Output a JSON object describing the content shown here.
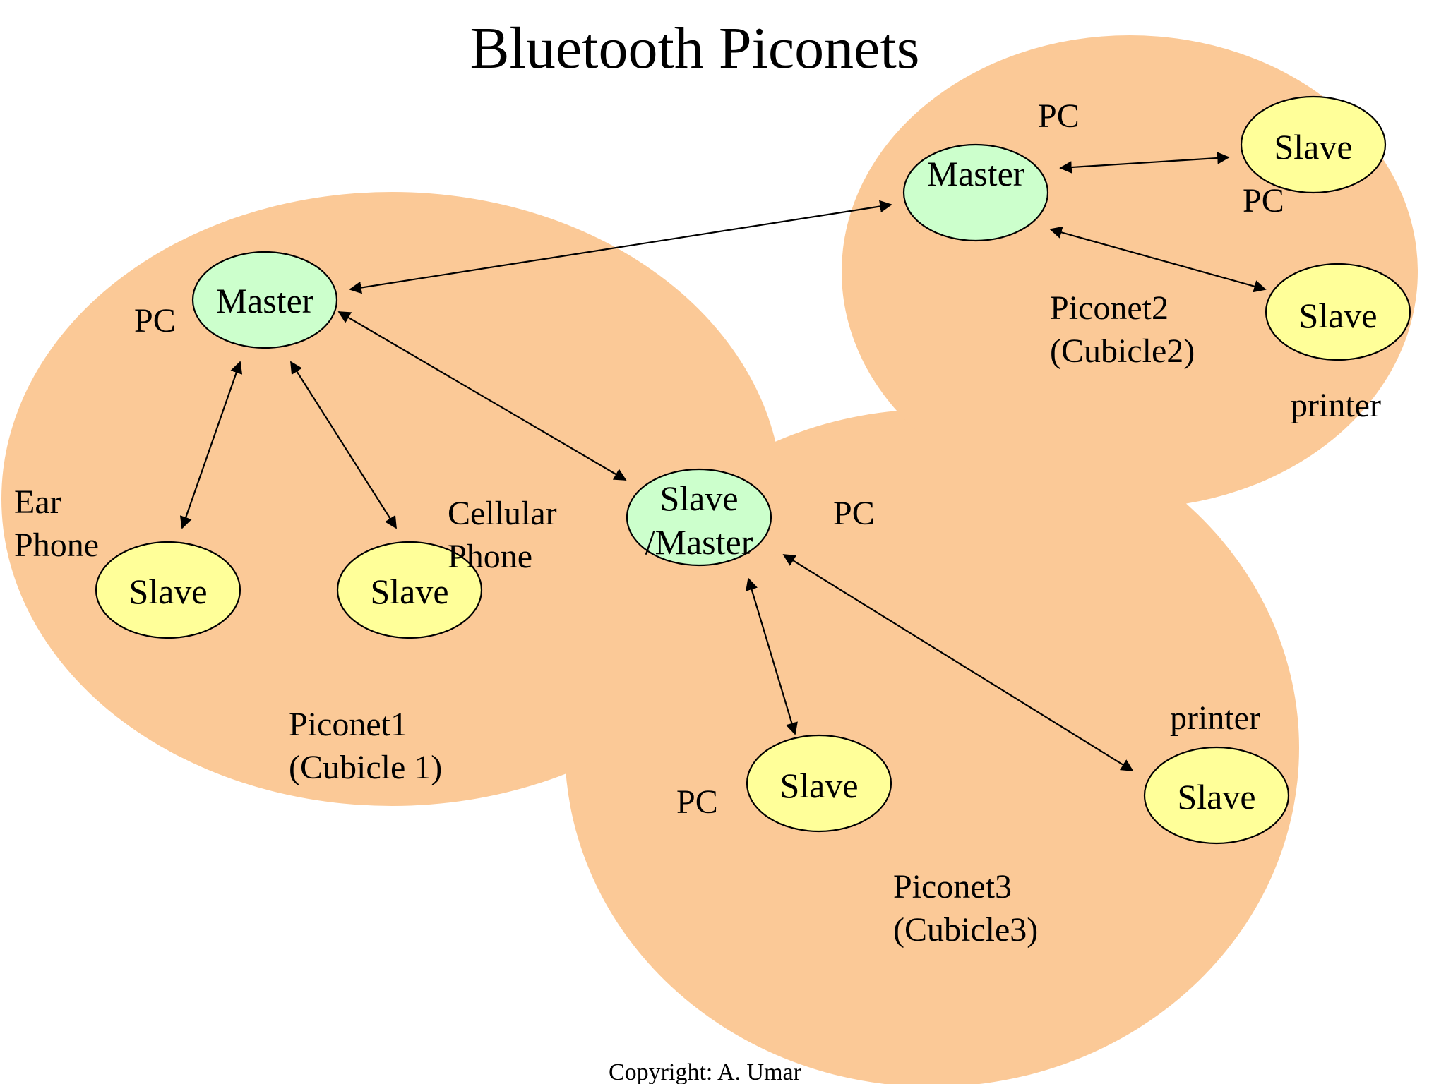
{
  "title": "Bluetooth Piconets",
  "copyright": "Copyright: A. Umar",
  "colors": {
    "piconet_fill": "#fbc997",
    "master_fill": "#ccffcc",
    "slave_fill": "#ffff99",
    "stroke": "#000000"
  },
  "piconets": [
    {
      "name": "Piconet1",
      "subtitle": "(Cubicle 1)"
    },
    {
      "name": "Piconet2",
      "subtitle": "(Cubicle2)"
    },
    {
      "name": "Piconet3",
      "subtitle": "(Cubicle3)"
    }
  ],
  "nodes": {
    "p1_master": "Master",
    "p1_slave_ear": "Slave",
    "p1_slave_cell": "Slave",
    "bridge": [
      "Slave",
      "/Master"
    ],
    "p2_master": "Master",
    "p2_slave_pc": "Slave",
    "p2_slave_printer": "Slave",
    "p3_slave_pc": "Slave",
    "p3_slave_printer": "Slave"
  },
  "device_labels": {
    "p1_master_pc": "PC",
    "ear_phone": [
      "Ear",
      "Phone"
    ],
    "cellular_phone": [
      "Cellular",
      "Phone"
    ],
    "bridge_pc": "PC",
    "p2_master_pc": "PC",
    "p2_slave_pc": "PC",
    "p2_printer": "printer",
    "p3_slave_pc": "PC",
    "p3_printer": "printer"
  }
}
